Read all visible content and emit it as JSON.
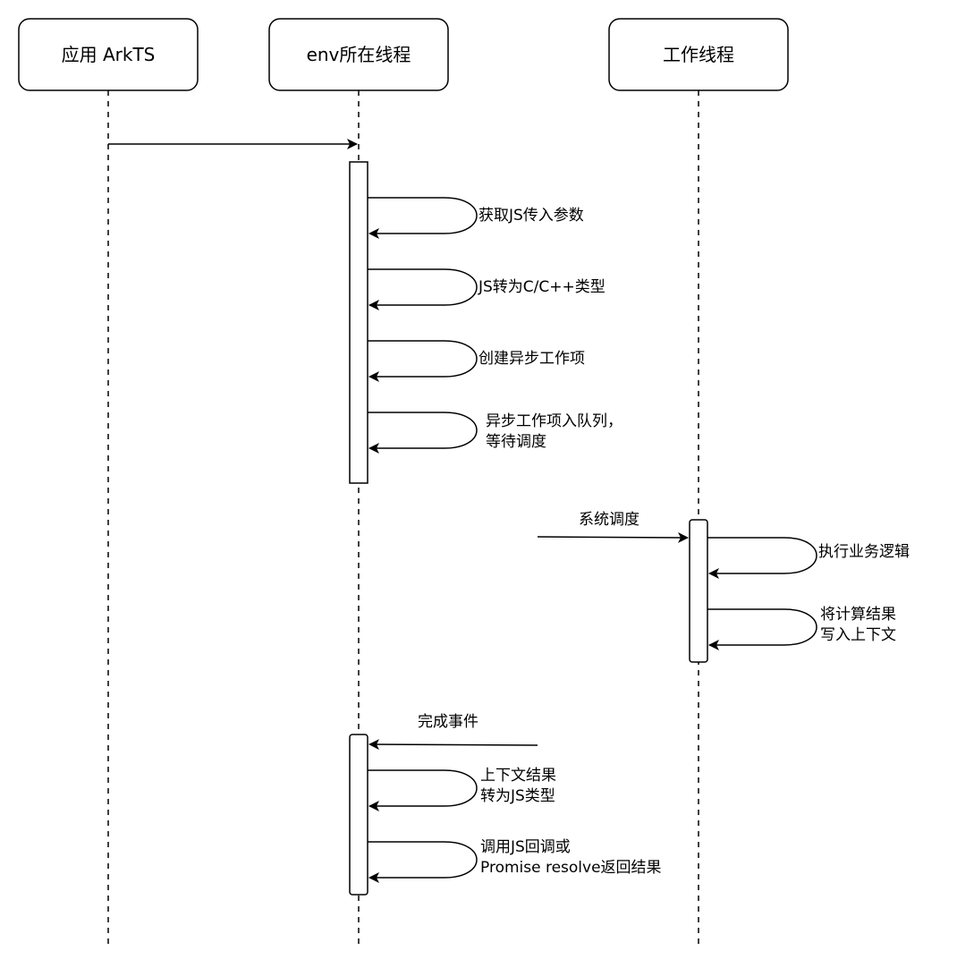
{
  "diagram": {
    "type": "sequence",
    "colors": {
      "stroke": "#000000",
      "background": "#ffffff",
      "fill": "#ffffff"
    },
    "participants": [
      {
        "id": "app",
        "label": "应用 ArkTS"
      },
      {
        "id": "env",
        "label": "env所在线程"
      },
      {
        "id": "worker",
        "label": "工作线程"
      }
    ],
    "messages": [
      {
        "from": "app",
        "to": "env",
        "label": ""
      },
      {
        "self": "env",
        "label": "获取JS传入参数"
      },
      {
        "self": "env",
        "label": "JS转为C/C++类型"
      },
      {
        "self": "env",
        "label": "创建异步工作项"
      },
      {
        "self": "env",
        "label": "异步工作项入队列，\n等待调度"
      },
      {
        "from": "external",
        "to": "worker",
        "label": "系统调度"
      },
      {
        "self": "worker",
        "label": "执行业务逻辑"
      },
      {
        "self": "worker",
        "label": "将计算结果\n写入上下文"
      },
      {
        "from": "external",
        "to": "env",
        "label": "完成事件"
      },
      {
        "self": "env",
        "label": "上下文结果\n转为JS类型"
      },
      {
        "self": "env",
        "label": "调用JS回调或\nPromise resolve返回结果"
      }
    ]
  }
}
